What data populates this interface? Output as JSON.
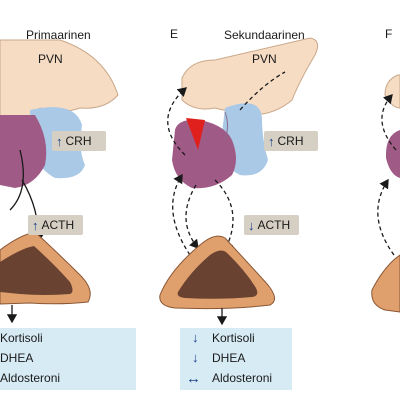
{
  "panels": {
    "left": {
      "title": "Primaarinen",
      "pvn": "PVN",
      "crh": {
        "arrow": "↑",
        "label": "CRH"
      },
      "acth": {
        "arrow": "↑",
        "label": "ACTH"
      },
      "outputs": [
        "Kortisoli",
        "DHEA",
        "Aldosteroni"
      ]
    },
    "middle": {
      "letter": "E",
      "title": "Sekundaarinen",
      "pvn": "PVN",
      "crh": {
        "arrow": "↑",
        "label": "CRH"
      },
      "acth": {
        "arrow": "↓",
        "label": "ACTH"
      },
      "outputs": [
        {
          "arrow": "↓",
          "label": "Kortisoli"
        },
        {
          "arrow": "↓",
          "label": "DHEA"
        },
        {
          "arrow": "↔",
          "label": "Aldosteroni"
        }
      ]
    },
    "right": {
      "letter": "F"
    }
  },
  "colors": {
    "hypothalamus": "#f7dcc4",
    "pituitary": "#a05a86",
    "posterior_lobe": "#a9c9e6",
    "adrenal_outer": "#e0a06e",
    "adrenal_inner": "#6a4232",
    "tag_bg": "#d6d0c4",
    "output_box": "#d7ebf4",
    "arrow_blue": "#1c3f8a",
    "lesion_red": "#e0201c"
  }
}
